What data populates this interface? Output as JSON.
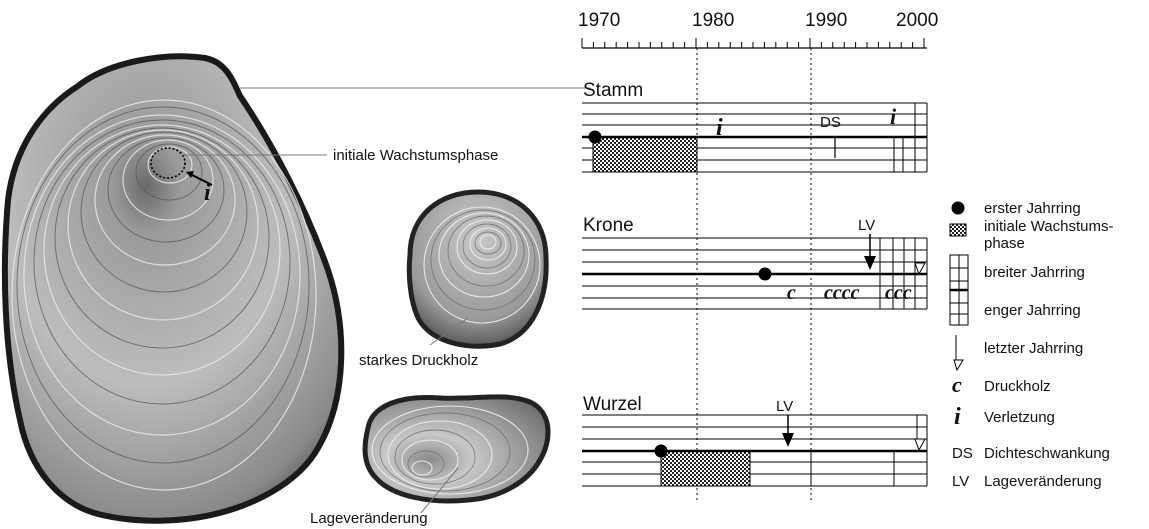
{
  "axis": {
    "ticks": [
      "1970",
      "1980",
      "1990",
      "2000"
    ]
  },
  "sections": {
    "stamm": {
      "title": "Stamm"
    },
    "krone": {
      "title": "Krone"
    },
    "wurzel": {
      "title": "Wurzel"
    }
  },
  "callouts": {
    "initial_phase": "initiale Wachstumsphase",
    "compression_wood": "starkes Druckholz",
    "position_change": "Lageveränderung"
  },
  "markers": {
    "injury": "i",
    "density": "DS",
    "compression": "c",
    "compression_run4": "cccc",
    "compression_run3": "ccc",
    "lv": "LV"
  },
  "legend": {
    "first_ring": "erster Jahrring",
    "initial_phase_line1": "initiale Wachstums-",
    "initial_phase_line2": "phase",
    "wide_ring": "breiter Jahrring",
    "narrow_ring": "enger Jahrring",
    "last_ring": "letzter Jahrring",
    "compression_symbol": "c",
    "compression_label": "Druckholz",
    "injury_symbol": "i",
    "injury_label": "Verletzung",
    "density_symbol": "DS",
    "density_label": "Dichteschwankung",
    "lv_symbol": "LV",
    "lv_label": "Lageveränderung"
  }
}
